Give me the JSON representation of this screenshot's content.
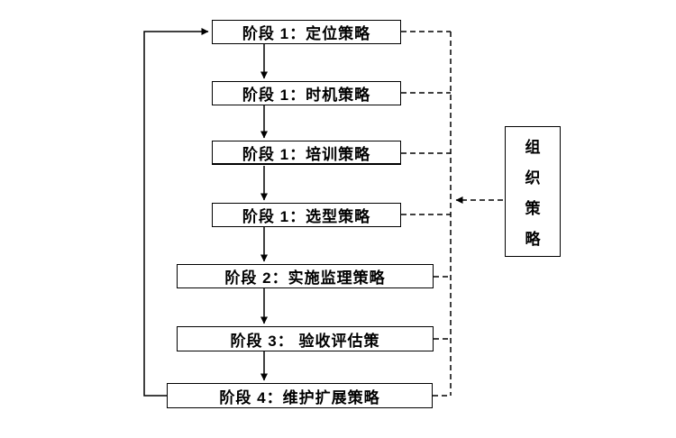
{
  "diagram": {
    "title": "IT strategy stages flowchart",
    "boxes": [
      {
        "id": "stage-1-positioning",
        "label": "阶段 1：定位策略"
      },
      {
        "id": "stage-1-timing",
        "label": "阶段 1：时机策略"
      },
      {
        "id": "stage-1-training",
        "label": "阶段 1：培训策略"
      },
      {
        "id": "stage-1-selection",
        "label": "阶段 1：选型策略"
      },
      {
        "id": "stage-2-supervision",
        "label": "阶段 2：实施监理策略"
      },
      {
        "id": "stage-3-acceptance",
        "label": "阶段 3： 验收评估策"
      },
      {
        "id": "stage-4-maintenance",
        "label": "阶段 4：维护扩展策略"
      }
    ],
    "side_box": {
      "label": "组织策略",
      "chars": [
        "组",
        "织",
        "策",
        "略"
      ]
    },
    "colors": {
      "line": "#000000",
      "box_background": "#ffffff",
      "text": "#000000"
    }
  }
}
